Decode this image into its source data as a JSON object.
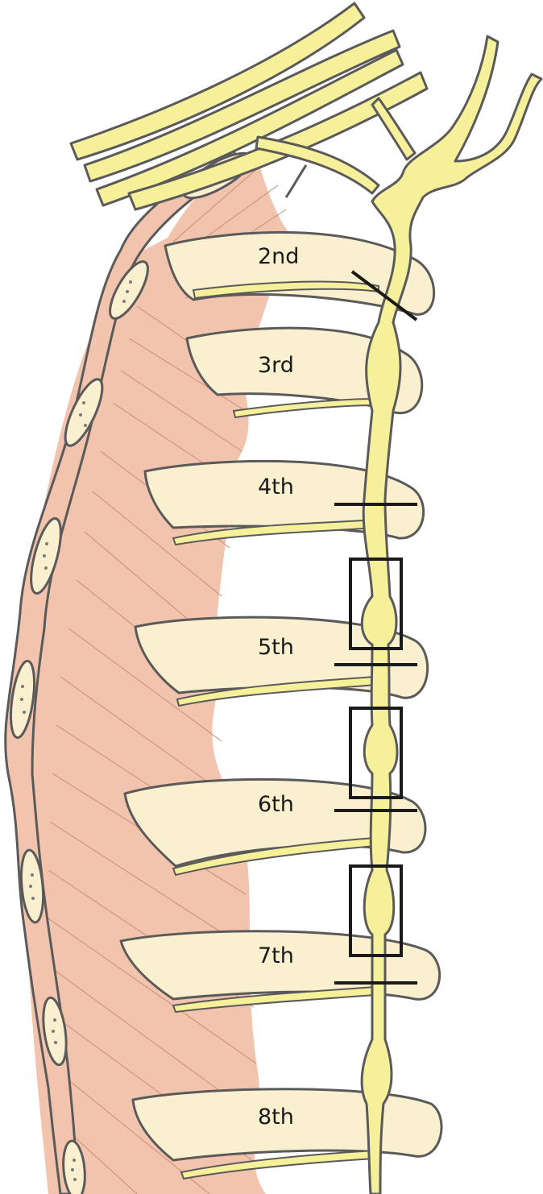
{
  "rib_labels": {
    "rib2": "2nd",
    "rib3": "3rd",
    "rib4": "4th",
    "rib5": "5th",
    "rib6": "6th",
    "rib7": "7th",
    "rib8": "8th"
  },
  "colors": {
    "nerve": "#f7f09a",
    "rib": "#faf0cf",
    "muscle": "#f3c4ad",
    "muscle_line": "#c98d7a",
    "outline": "#5a5a5a",
    "marker": "#1a1a1a"
  }
}
